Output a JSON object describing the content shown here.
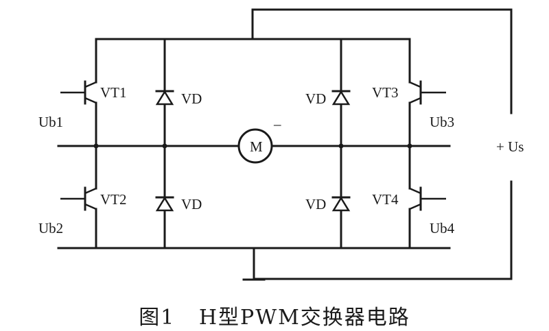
{
  "labels": {
    "vt1": "VT1",
    "vt2": "VT2",
    "vt3": "VT3",
    "vt4": "VT4",
    "vd_ul": "VD",
    "vd_ll": "VD",
    "vd_ur": "VD",
    "vd_lr": "VD",
    "ub1": "Ub1",
    "ub2": "Ub2",
    "ub3": "Ub3",
    "ub4": "Ub4",
    "motor": "M",
    "minus": "–",
    "supply": "+ Us"
  },
  "caption": "图1   H型PWM交换器电路"
}
